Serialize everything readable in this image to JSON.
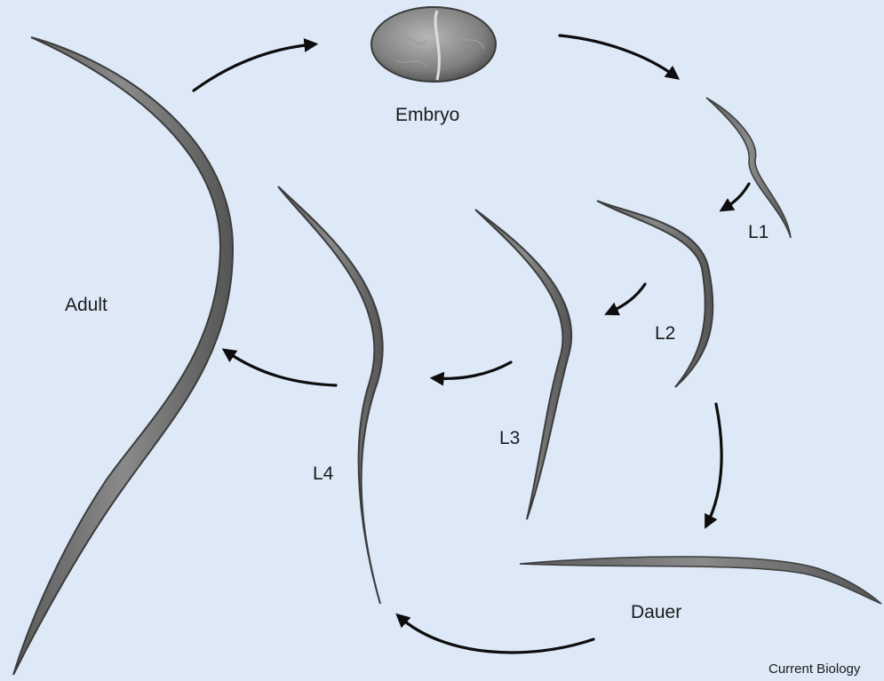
{
  "diagram": {
    "stages": {
      "embryo": "Embryo",
      "l1": "L1",
      "l2": "L2",
      "l3": "L3",
      "l4": "L4",
      "dauer": "Dauer",
      "adult": "Adult"
    },
    "credit": "Current Biology"
  },
  "colors": {
    "background": "#dde9f7",
    "worm_body": "#6f6f6f",
    "worm_outline": "#3c3c3c",
    "arrow": "#0d0d0d"
  }
}
